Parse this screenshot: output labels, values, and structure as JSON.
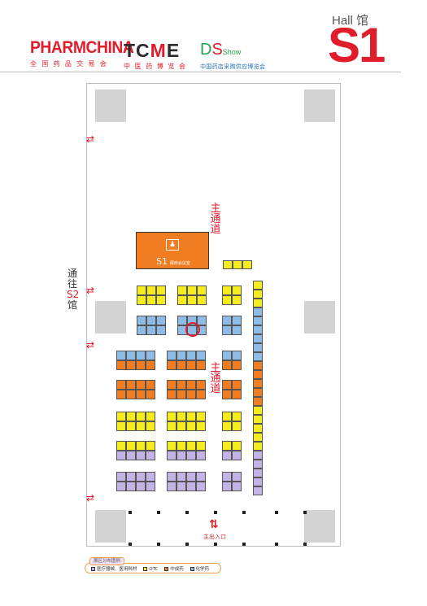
{
  "header": {
    "pharmchina_name": "PHARMCHINA",
    "pharmchina_sub": "全国药品交易会",
    "tcme_name_a": "TC",
    "tcme_name_b": "M",
    "tcme_name_c": "E",
    "tcme_sub": "中医药博览会",
    "dss_name_a": "D",
    "dss_name_b": "S",
    "dss_name_c": "Show",
    "dss_sub": "中国药店采购供应博览会",
    "hall_word": "Hall 馆",
    "hall_code": "S1"
  },
  "map": {
    "s1_meeting_label_code": "S1",
    "s1_meeting_label_text": "展商会议室",
    "s1_meeting_icon": "meeting-room-icon",
    "main_aisle_top": [
      "主",
      "通",
      "道"
    ],
    "main_aisle_mid": [
      "主",
      "通",
      "道"
    ],
    "to_s2_label": [
      "通",
      "往",
      "S2",
      "馆"
    ],
    "main_entrance": "主出入口",
    "arrow_glyph": "⇄",
    "entrance_glyph": "⇅",
    "colors": {
      "medical_devices": "#c3b4e6",
      "otc": "#f5ec1f",
      "tcm": "#f17d22",
      "chemical_drugs": "#8fbbe7",
      "accent_red": "#e11d2b"
    }
  },
  "legend": {
    "title": "展区分布图例",
    "items": [
      {
        "label": "医疗器械、医用耗材",
        "color": "#c3b4e6"
      },
      {
        "label": "OTC",
        "color": "#f5ec1f"
      },
      {
        "label": "中成药",
        "color": "#f17d22"
      },
      {
        "label": "化学药",
        "color": "#8fbbe7"
      }
    ]
  }
}
